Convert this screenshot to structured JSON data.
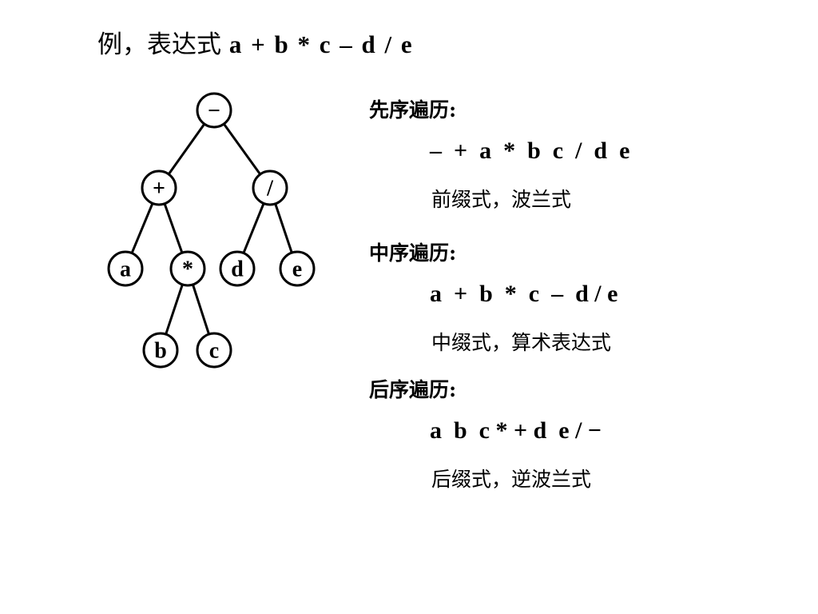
{
  "title": {
    "prefix": "例，表达式 ",
    "expression": "a + b * c – d / e"
  },
  "tree": {
    "nodes": [
      {
        "id": "root",
        "label": "−"
      },
      {
        "id": "plus",
        "label": "+"
      },
      {
        "id": "slash",
        "label": "/"
      },
      {
        "id": "a",
        "label": "a"
      },
      {
        "id": "star",
        "label": "*"
      },
      {
        "id": "d",
        "label": "d"
      },
      {
        "id": "e",
        "label": "e"
      },
      {
        "id": "b",
        "label": "b"
      },
      {
        "id": "c",
        "label": "c"
      }
    ],
    "edges": [
      [
        "root",
        "plus"
      ],
      [
        "root",
        "slash"
      ],
      [
        "plus",
        "a"
      ],
      [
        "plus",
        "star"
      ],
      [
        "star",
        "b"
      ],
      [
        "star",
        "c"
      ],
      [
        "slash",
        "d"
      ],
      [
        "slash",
        "e"
      ]
    ]
  },
  "traversals": [
    {
      "heading": "先序遍历:",
      "sequence": "–  +  a  *  b  c  /  d  e",
      "caption": "前缀式，波兰式"
    },
    {
      "heading": "中序遍历:",
      "sequence": "a  +  b  *  c  –  d / e",
      "caption": "中缀式，算术表达式"
    },
    {
      "heading": "后序遍历:",
      "sequence": "a  b  c * + d  e / −",
      "caption": "后缀式，逆波兰式"
    }
  ]
}
